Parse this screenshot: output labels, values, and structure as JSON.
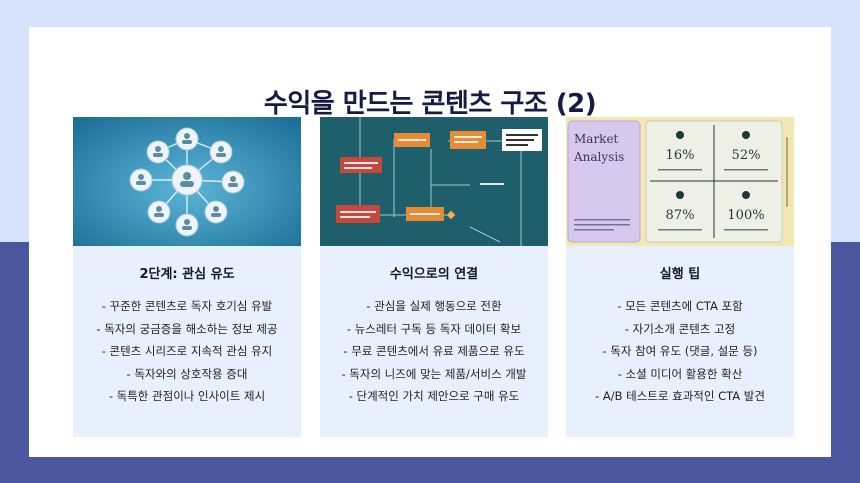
{
  "slide": {
    "title": "수익을 만드는 콘텐츠 구조 (2)"
  },
  "cards": [
    {
      "heading": "2단계: 관심 유도",
      "items": [
        "- 꾸준한 콘텐츠로 독자 호기심 유발",
        "- 독자의 궁금증을 해소하는 정보 제공",
        "- 콘텐츠 시리즈로 지속적 관심 유지",
        "- 독자와의 상호작용 증대",
        "- 독특한 관점이나 인사이트 제시"
      ]
    },
    {
      "heading": "수익으로의 연결",
      "items": [
        "- 관심을 실제 행동으로 전환",
        "- 뉴스레터 구독 등 독자 데이터 확보",
        "- 무료 콘텐츠에서 유료 제품으로 유도",
        "- 독자의 니즈에 맞는 제품/서비스 개발",
        "- 단계적인 가치 제안으로 구매 유도"
      ]
    },
    {
      "heading": "실행 팁",
      "items": [
        "- 모든 콘텐츠에 CTA 포함",
        "- 자기소개 콘텐츠 고정",
        "- 독자 참여 유도 (댓글, 설문 등)",
        "- 소셜 미디어 활용한 확산",
        "- A/B 테스트로 효과적인 CTA 발견"
      ]
    }
  ],
  "market_image": {
    "title_line1": "Market",
    "title_line2": "Analysis",
    "stats": [
      "16%",
      "52%",
      "87%",
      "100%"
    ]
  },
  "colors": {
    "background": "#d7e3fb",
    "band": "#4b58a0",
    "card": "#e9f0fd",
    "title": "#161b45"
  }
}
